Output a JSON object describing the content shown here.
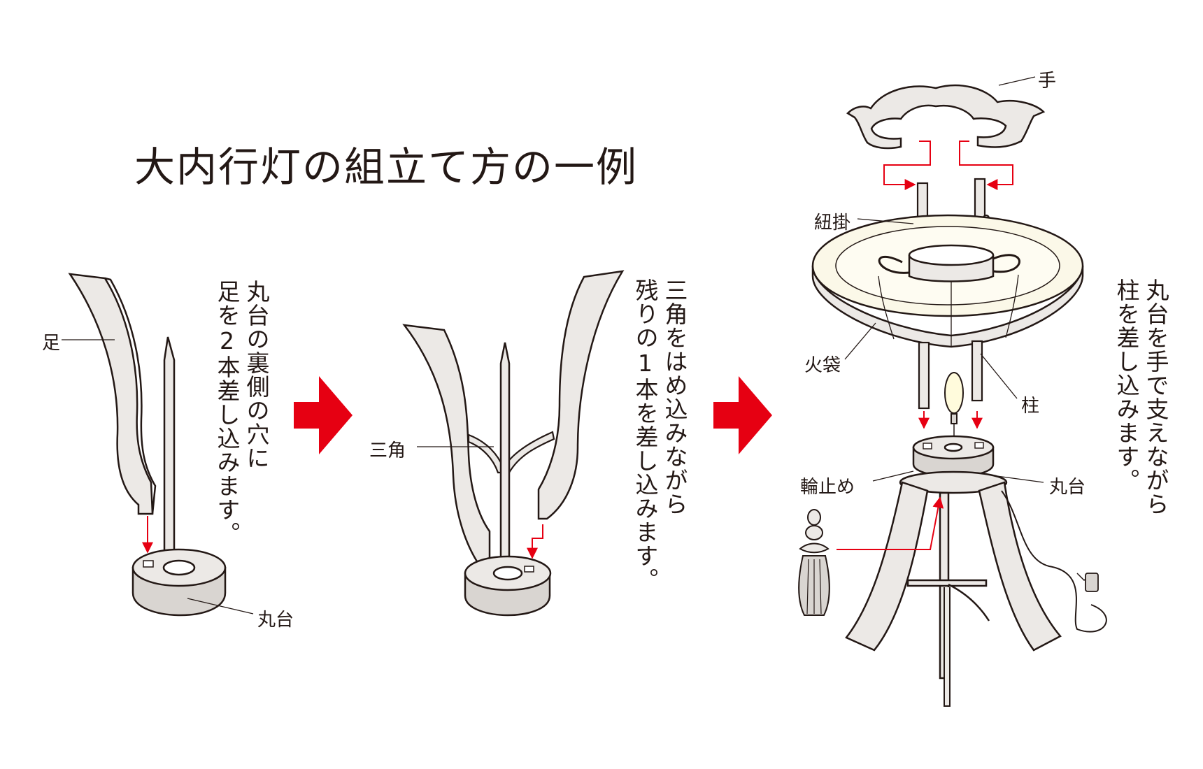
{
  "title": "大内行灯の組立て方の一例",
  "colors": {
    "ink": "#231815",
    "accent": "#e60012",
    "part_fill": "#ece9e6",
    "shade_fill": "#fbf8e8"
  },
  "steps": [
    {
      "instruction_lines": [
        "丸台の裏側の穴に",
        "足を2本差し込みます。"
      ],
      "labels": {
        "leg": "足",
        "base": "丸台"
      }
    },
    {
      "instruction_lines": [
        "三角をはめ込みながら",
        "残りの1本を差し込みます。"
      ],
      "labels": {
        "triangle": "三角"
      }
    },
    {
      "instruction_lines": [
        "丸台を手で支えながら",
        "柱を差し込みます。"
      ],
      "labels": {
        "handle": "手",
        "cord_hook": "紐掛",
        "lantern_bag": "火袋",
        "pillar": "柱",
        "ring_stopper": "輪止め",
        "base": "丸台"
      }
    }
  ],
  "arrows": [
    {
      "icon": "arrow-right-icon"
    },
    {
      "icon": "arrow-right-icon"
    }
  ]
}
